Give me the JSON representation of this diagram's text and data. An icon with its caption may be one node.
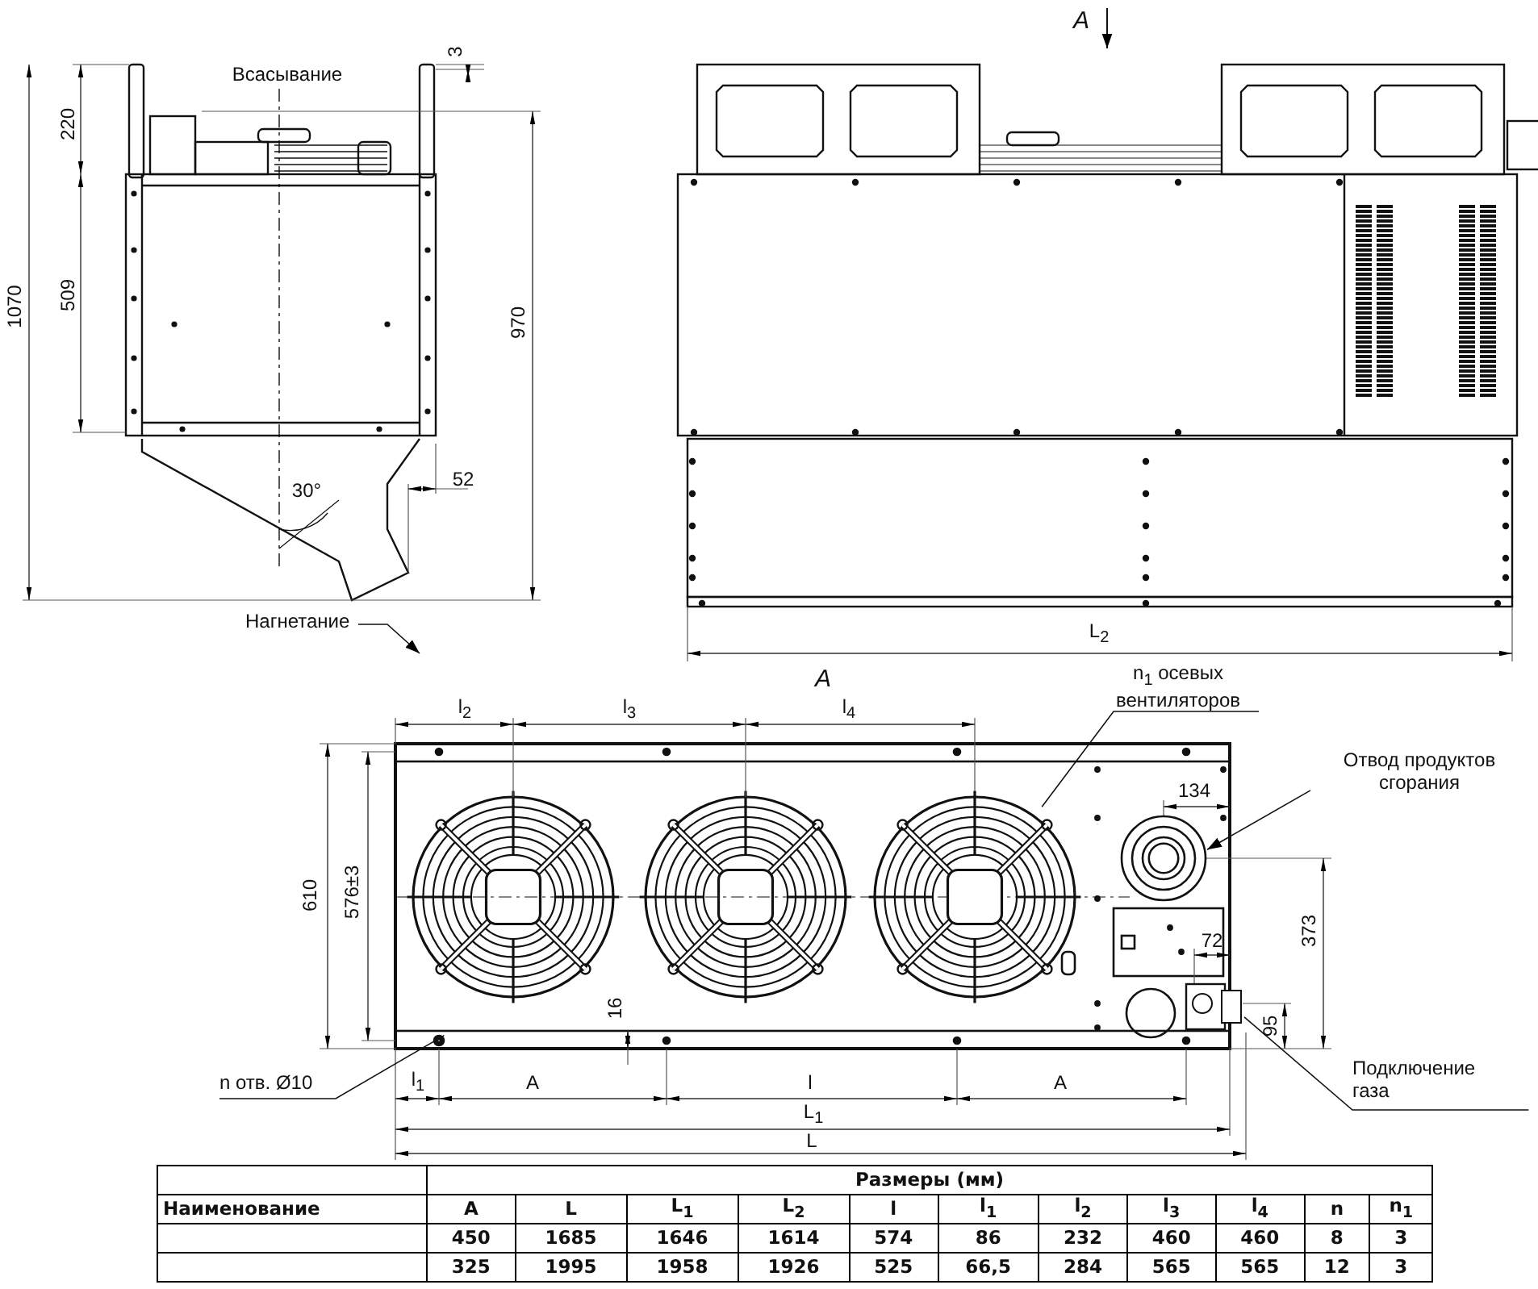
{
  "diagram": {
    "nodes": [
      {
        "text": [
          "n$_{1}$ осевых вентиляторов"
        ]
      },
      {
        "text": [],
        "shape": "picture"
      },
      {
        "text": [
          "Отвод продуктов сгорания"
        ]
      },
      {
        "text": [],
        "shape": "circle"
      },
      {
        "text": [
          "Подключение газа"
        ]
      },
      {
        "text": [],
        "shape": "picture"
      },
      {
        "text": [
          "n отв. Ø10"
        ]
      },
      {
        "text": [],
        "shape": "circle"
      },
      {
        "text": [
          "Нагнетание"
        ]
      }
    ],
    "edges": [
      {
        "from": 0,
        "to": 1,
        "arrow": "none"
      },
      {
        "from": 2,
        "to": 3,
        "arrow": "to"
      },
      {
        "from": 4,
        "to": 5,
        "arrow": "none"
      },
      {
        "from": 6,
        "to": 7,
        "arrow": "none"
      },
      {
        "from": 8,
        "to": null,
        "arrow": "to"
      }
    ],
    "labels": [
      "3",
      "Всасывание",
      "220",
      "1070",
      "509",
      "970",
      "30°",
      "52",
      "A",
      "L$_{2}$",
      "A",
      "l$_{2}$",
      "l$_{3}$",
      "l$_{4}$",
      "134",
      "610",
      "576±3",
      "72",
      "373",
      "16",
      "95",
      "l$_{1}$",
      "A",
      "l",
      "A",
      "L$_{1}$",
      "L",
      "Размеры (мм)",
      "Наименование",
      "A",
      "L",
      "L$_{1}$",
      "L$_{2}$",
      "l",
      "l$_{1}$",
      "l$_{2}$",
      "l$_{3}$",
      "l$_{4}$",
      "n",
      "n$_{1}$",
      "450",
      "1685",
      "1646",
      "1614",
      "574",
      "86",
      "232",
      "460",
      "460",
      "8",
      "3",
      "325",
      "1995",
      "1958",
      "1926",
      "525",
      "66,5",
      "284",
      "565",
      "565",
      "12",
      "3"
    ]
  }
}
